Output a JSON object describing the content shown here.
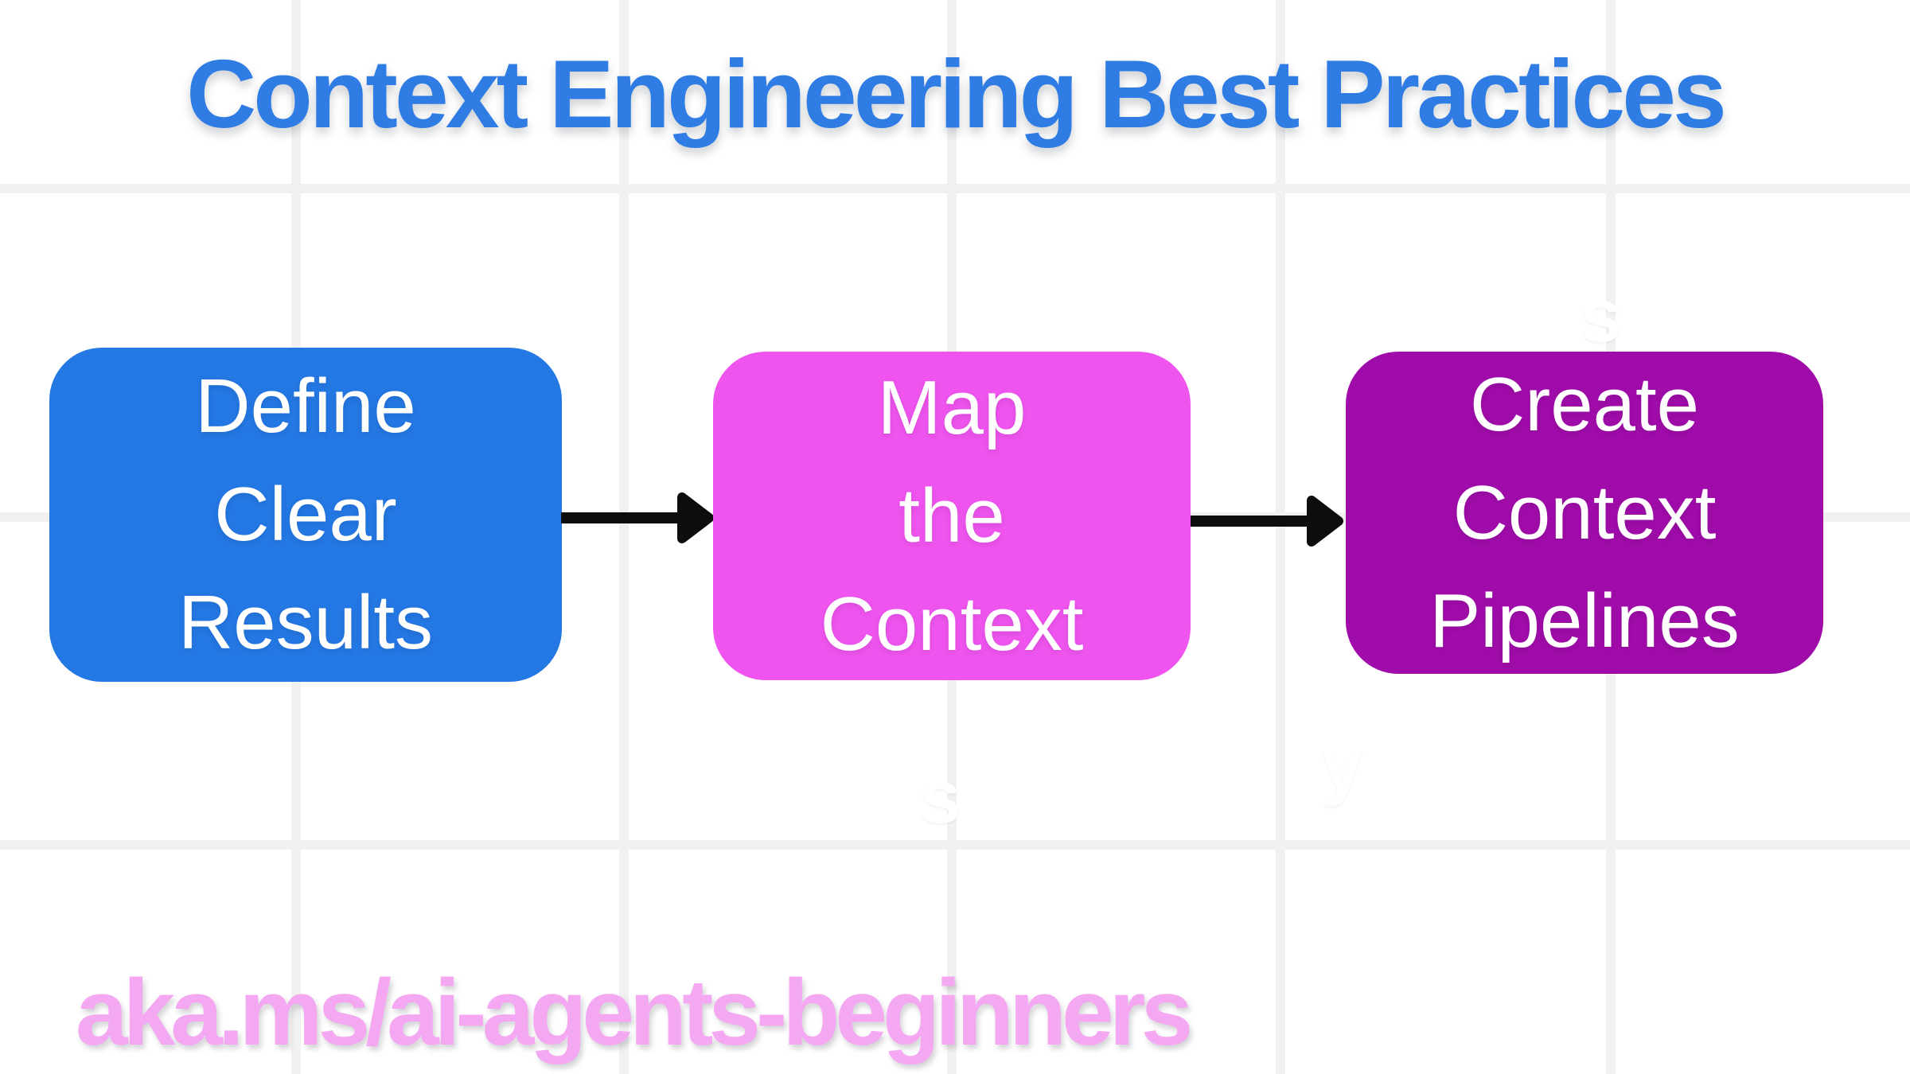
{
  "title": {
    "text": "Context Engineering Best Practices",
    "color": "#2E7CE4"
  },
  "flow": {
    "steps": [
      {
        "id": "define-clear-results",
        "label": "Define Clear Results",
        "lines": [
          "Define",
          "Clear",
          "Results"
        ],
        "color": "#2478E4",
        "text_color": "#FFFFFF"
      },
      {
        "id": "map-the-context",
        "label": "Map the Context",
        "lines": [
          "Map",
          "the",
          "Context"
        ],
        "color": "#EF54EF",
        "text_color": "#FFFFFF"
      },
      {
        "id": "create-context-pipelines",
        "label": "Create Context Pipelines",
        "lines": [
          "Create",
          "Context",
          "Pipelines"
        ],
        "color": "#A00CAA",
        "text_color": "#FFFFFF"
      }
    ],
    "arrow_color": "#0D0D0D"
  },
  "footer": {
    "link_text": "aka.ms/ai-agents-beginners",
    "color": "#F4A8F2"
  },
  "background": {
    "color": "#FFFFFF",
    "grid_color": "#F1F1F1"
  },
  "artifacts": {
    "ghost_glyphs": [
      "s",
      "s",
      "y"
    ],
    "color": "#FFFFFF"
  }
}
